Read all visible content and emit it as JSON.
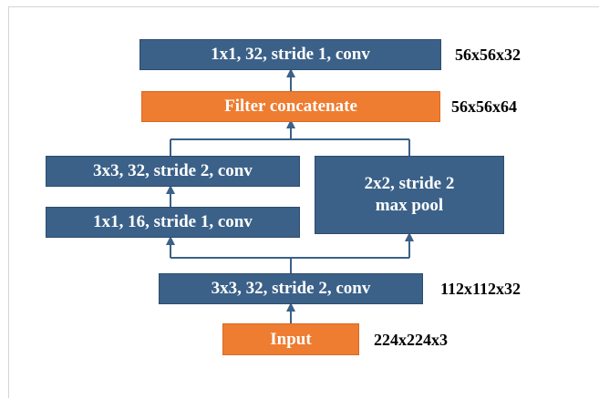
{
  "diagram": {
    "layers": {
      "top_conv": "1x1, 32, stride 1, conv",
      "filter_concat": "Filter concatenate",
      "branch_conv_3x3": "3x3, 32, stride 2, conv",
      "branch_conv_1x1": "1x1, 16, stride 1, conv",
      "maxpool_line1": "2x2, stride 2",
      "maxpool_line2": "max pool",
      "stem_conv": "3x3, 32, stride 2, conv",
      "input": "Input"
    },
    "shapes": {
      "top_conv": "56x56x32",
      "filter_concat": "56x56x64",
      "stem_conv": "112x112x32",
      "input": "224x224x3"
    },
    "colors": {
      "conv_fill": "#3b6188",
      "highlight_fill": "#ee7c31",
      "connector": "#3b6188"
    }
  }
}
